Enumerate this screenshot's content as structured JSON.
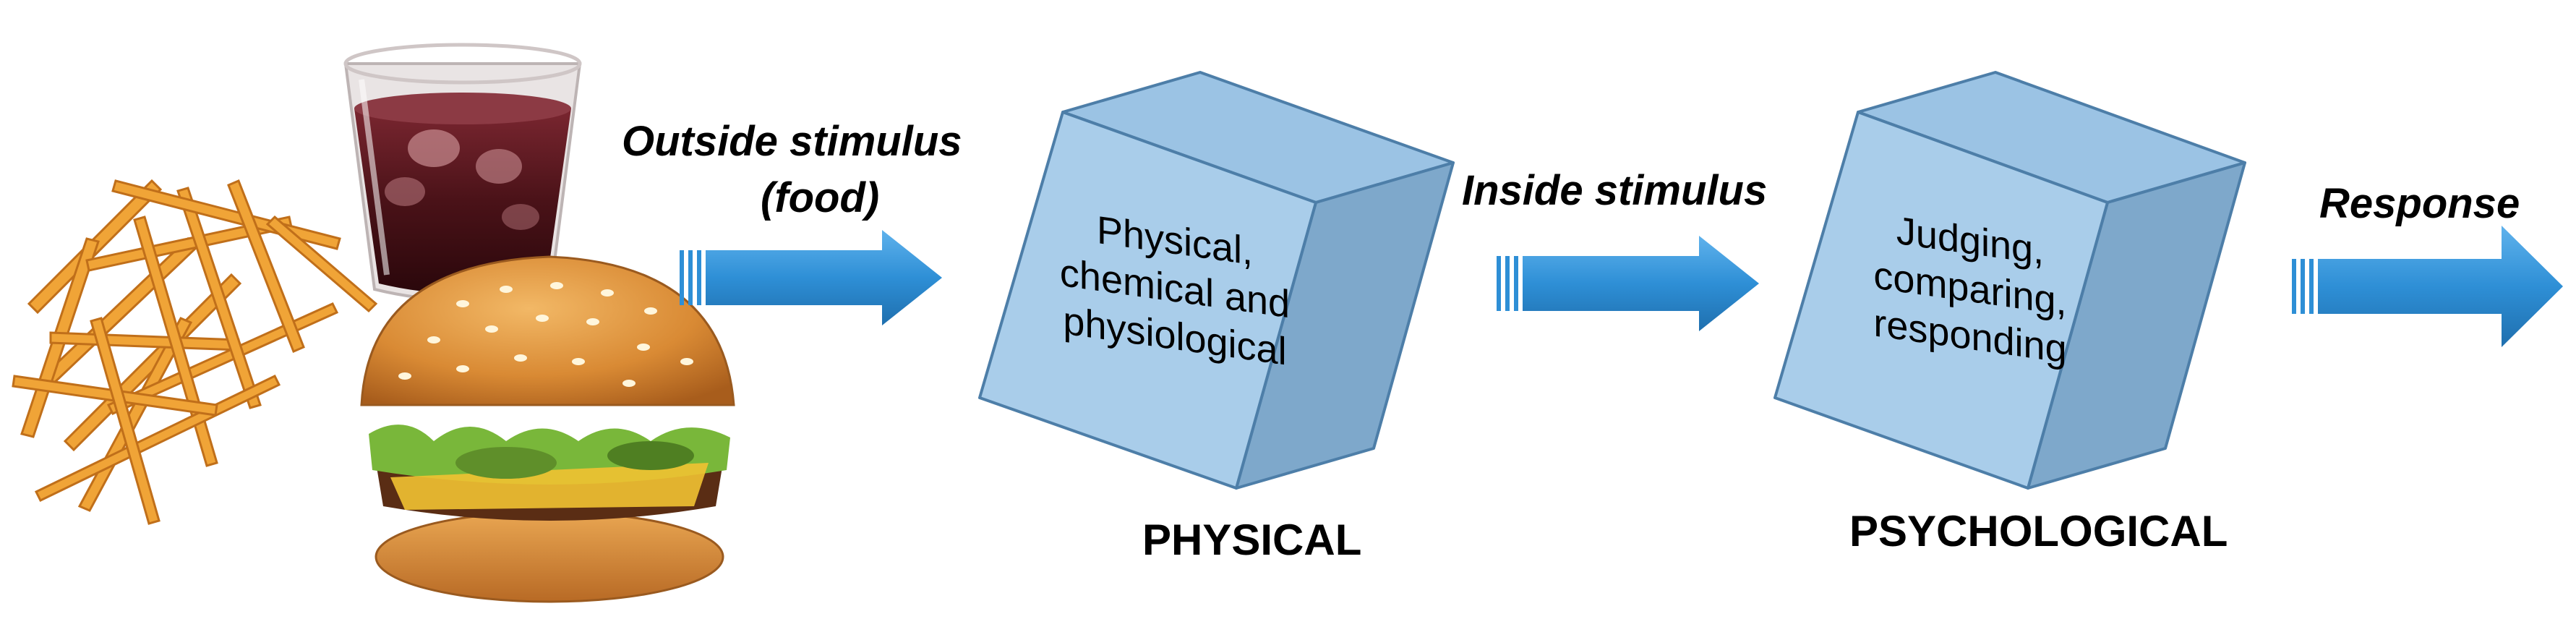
{
  "colors": {
    "box_front": "#a9cdea",
    "box_top": "#9bc3e4",
    "box_side": "#7ea8cb",
    "box_edge": "#4d7ea8",
    "arrow": "#2e8fd6",
    "arrow_dark": "#1f6fae"
  },
  "food_image": {
    "icons": [
      "cola-glass-icon",
      "french-fries-icon",
      "hamburger-icon"
    ]
  },
  "labels": {
    "outside_line1": "Outside stimulus",
    "outside_line2": "(food)",
    "inside": "Inside stimulus",
    "response": "Response"
  },
  "box_physical": {
    "lines": [
      "Physical,",
      "chemical and",
      "physiological"
    ],
    "caption": "PHYSICAL"
  },
  "box_psychological": {
    "lines": [
      "Judging,",
      "comparing,",
      "responding"
    ],
    "caption": "PSYCHOLOGICAL"
  }
}
